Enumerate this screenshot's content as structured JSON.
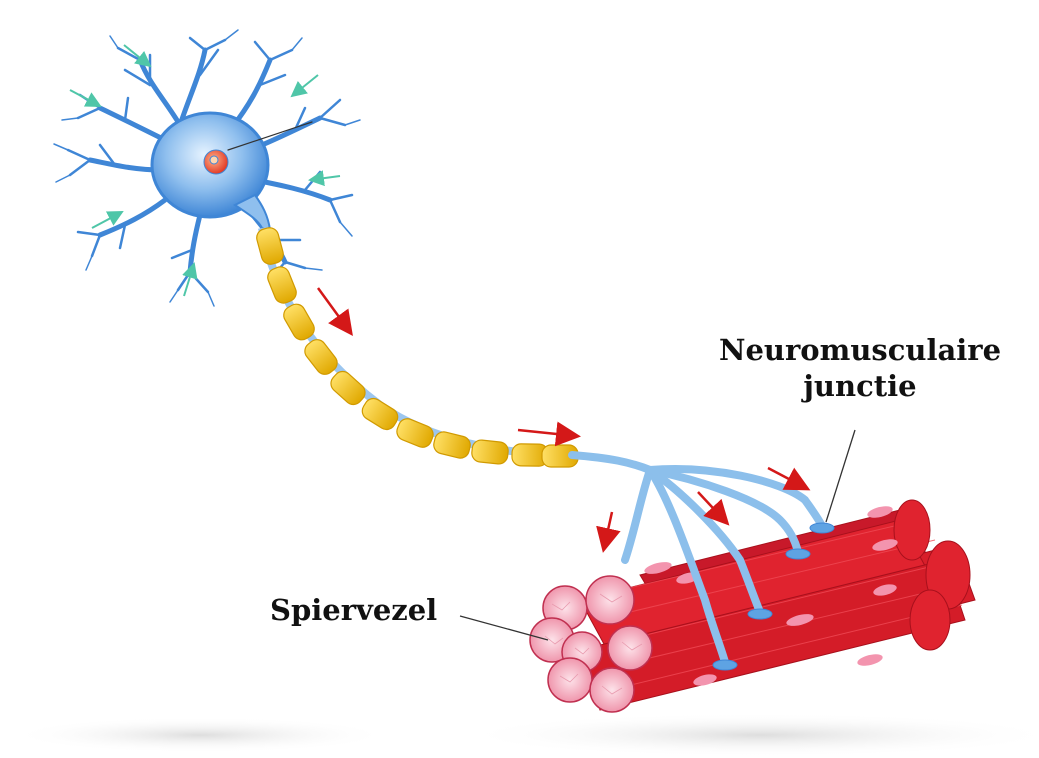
{
  "labels": {
    "neuromuscular_junction_line1": "Neuromusculaire",
    "neuromuscular_junction_line2": "junctie",
    "muscle_fiber": "Spiervezel"
  },
  "colors": {
    "neuron_body": "#4a90d9",
    "neuron_light": "#9cc6ef",
    "nucleus": "#e8432e",
    "myelin": "#f2c418",
    "muscle": "#d81e2a",
    "muscle_end": "#f3a7b8",
    "signal_arrow": "#d41818",
    "input_arrow": "#4fc6a8"
  },
  "icons": [
    "neuron-cell-body-icon",
    "axon-icon",
    "muscle-fiber-bundle-icon"
  ]
}
